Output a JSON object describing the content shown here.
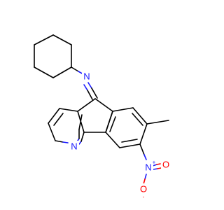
{
  "colors": {
    "carbon_bond": "#000000",
    "nitrogen": "#1a1aff",
    "oxygen": "#ff0000",
    "background": "#ffffff"
  },
  "atoms": {
    "imine_n": {
      "symbol": "N"
    },
    "pyridine_n": {
      "symbol": "N"
    },
    "nitro_n": {
      "symbol": "N",
      "charge": "+"
    },
    "nitro_o_double": {
      "symbol": "O"
    },
    "nitro_o_single": {
      "symbol": "O",
      "charge": "-"
    }
  }
}
